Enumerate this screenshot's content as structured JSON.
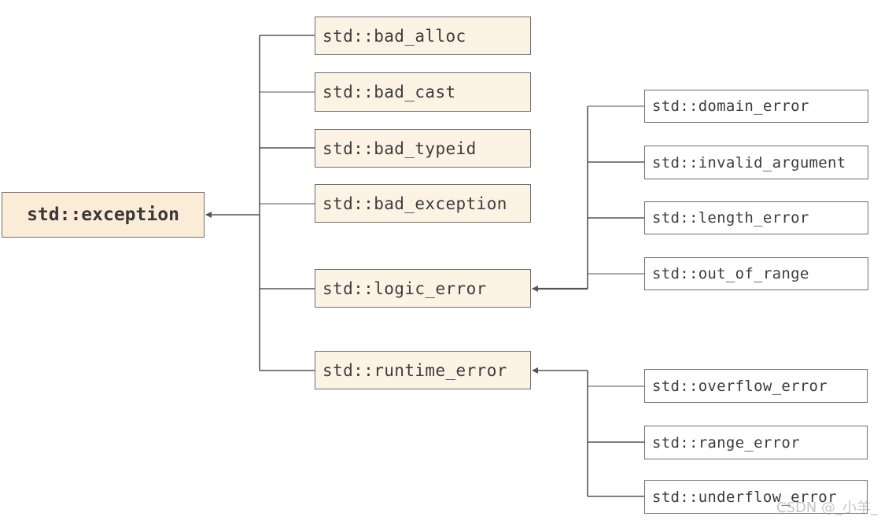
{
  "root": {
    "label": "std::exception"
  },
  "level1": [
    {
      "id": "bad_alloc",
      "label": "std::bad_alloc"
    },
    {
      "id": "bad_cast",
      "label": "std::bad_cast"
    },
    {
      "id": "bad_typeid",
      "label": "std::bad_typeid"
    },
    {
      "id": "bad_exception",
      "label": "std::bad_exception"
    },
    {
      "id": "logic_error",
      "label": "std::logic_error"
    },
    {
      "id": "runtime_error",
      "label": "std::runtime_error"
    }
  ],
  "logic_children": [
    {
      "id": "domain_error",
      "label": "std::domain_error"
    },
    {
      "id": "invalid_argument",
      "label": "std::invalid_argument"
    },
    {
      "id": "length_error",
      "label": "std::length_error"
    },
    {
      "id": "out_of_range",
      "label": "std::out_of_range"
    }
  ],
  "runtime_children": [
    {
      "id": "overflow_error",
      "label": "std::overflow_error"
    },
    {
      "id": "range_error",
      "label": "std::range_error"
    },
    {
      "id": "underflow_error",
      "label": "std::underflow_error"
    }
  ],
  "watermark": "CSDN @_小羊_",
  "colors": {
    "node_fill": "#fdf3e4",
    "root_fill": "#fbecd8",
    "leaf_fill": "#ffffff",
    "border": "#6e6e6e",
    "connector": "#555555"
  }
}
